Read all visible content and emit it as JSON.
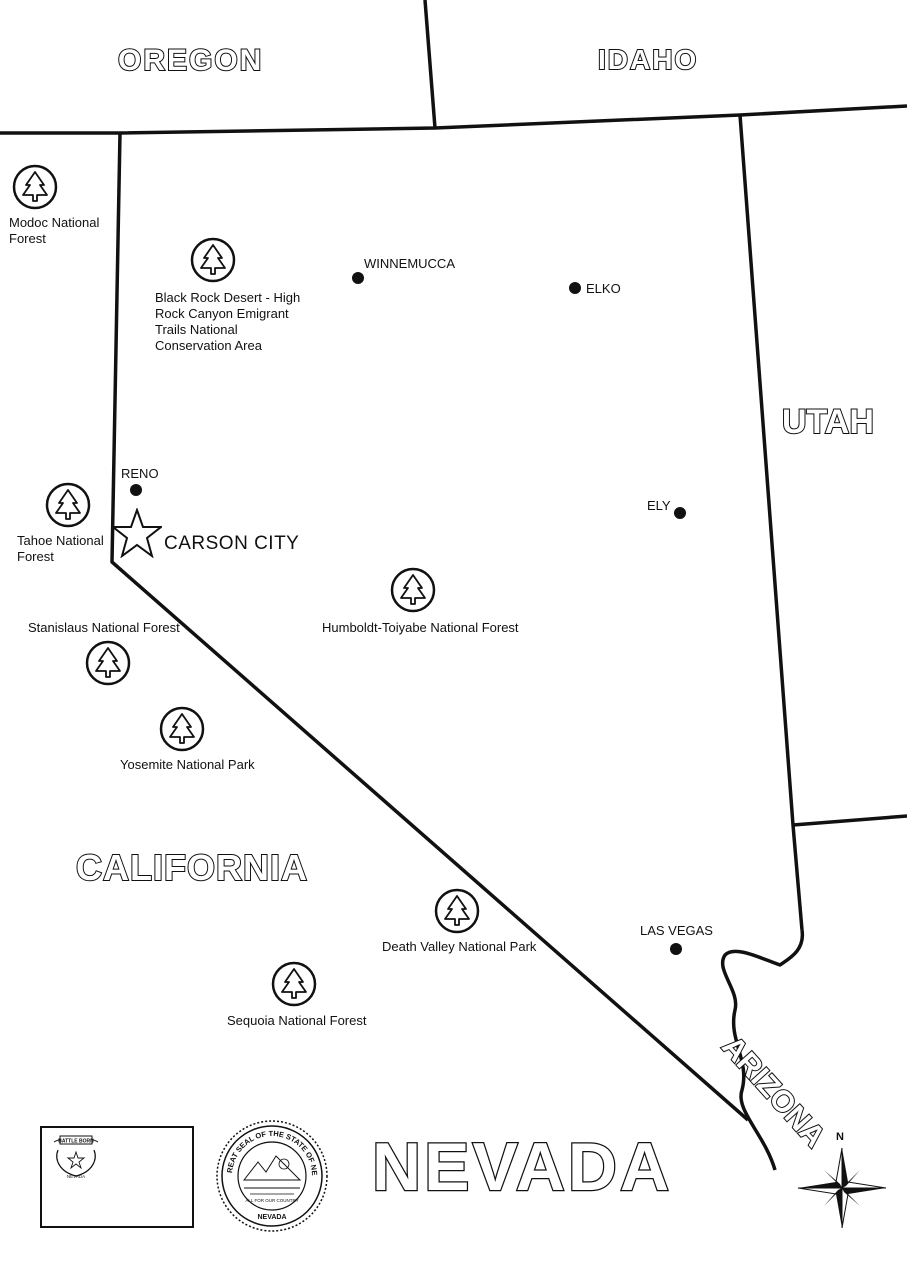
{
  "map": {
    "title": "NEVADA",
    "states": {
      "oregon": "OREGON",
      "idaho": "IDAHO",
      "utah": "UTAH",
      "california": "CALIFORNIA",
      "arizona": "ARIZONA"
    },
    "capital": {
      "name": "CARSON CITY",
      "icon": "star-icon"
    },
    "cities": [
      {
        "name": "WINNEMUCCA"
      },
      {
        "name": "ELKO"
      },
      {
        "name": "RENO"
      },
      {
        "name": "ELY"
      },
      {
        "name": "LAS VEGAS"
      }
    ],
    "parks": [
      {
        "name": "Modoc National Forest",
        "icon": "tree-icon"
      },
      {
        "name": "Black Rock Desert - High Rock Canyon Emigrant Trails National Conservation Area",
        "icon": "tree-icon"
      },
      {
        "name": "Tahoe National Forest",
        "icon": "tree-icon"
      },
      {
        "name": "Stanislaus National Forest",
        "icon": "tree-icon"
      },
      {
        "name": "Humboldt-Toiyabe National Forest",
        "icon": "tree-icon"
      },
      {
        "name": "Yosemite National Park",
        "icon": "tree-icon"
      },
      {
        "name": "Death Valley National Park",
        "icon": "tree-icon"
      },
      {
        "name": "Sequoia National Forest",
        "icon": "tree-icon"
      }
    ],
    "compass": {
      "north": "N",
      "icon": "compass-rose-icon"
    },
    "flag": {
      "icon": "state-flag-icon",
      "emblem_text": "BATTLE BORN",
      "emblem_state": "NEVADA"
    },
    "seal": {
      "icon": "state-seal-icon",
      "ring_text": "THE GREAT SEAL OF THE STATE OF NEVADA",
      "motto": "ALL FOR OUR COUNTRY",
      "name": "NEVADA"
    }
  }
}
